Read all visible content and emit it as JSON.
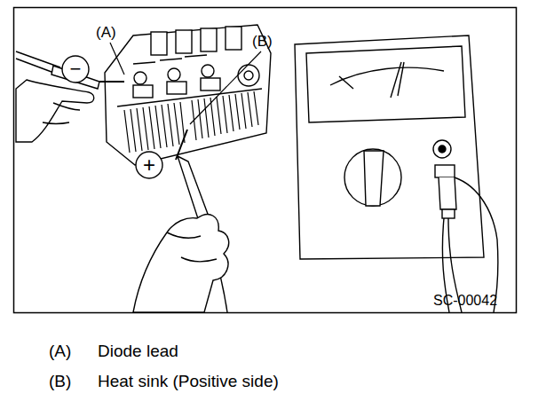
{
  "diagram": {
    "labels": [
      "(A)",
      "(B)",
      "−",
      "+",
      "SC-00042",
      "(A)",
      "Diode lead",
      "(B)",
      "Heat sink (Positive side)"
    ]
  }
}
